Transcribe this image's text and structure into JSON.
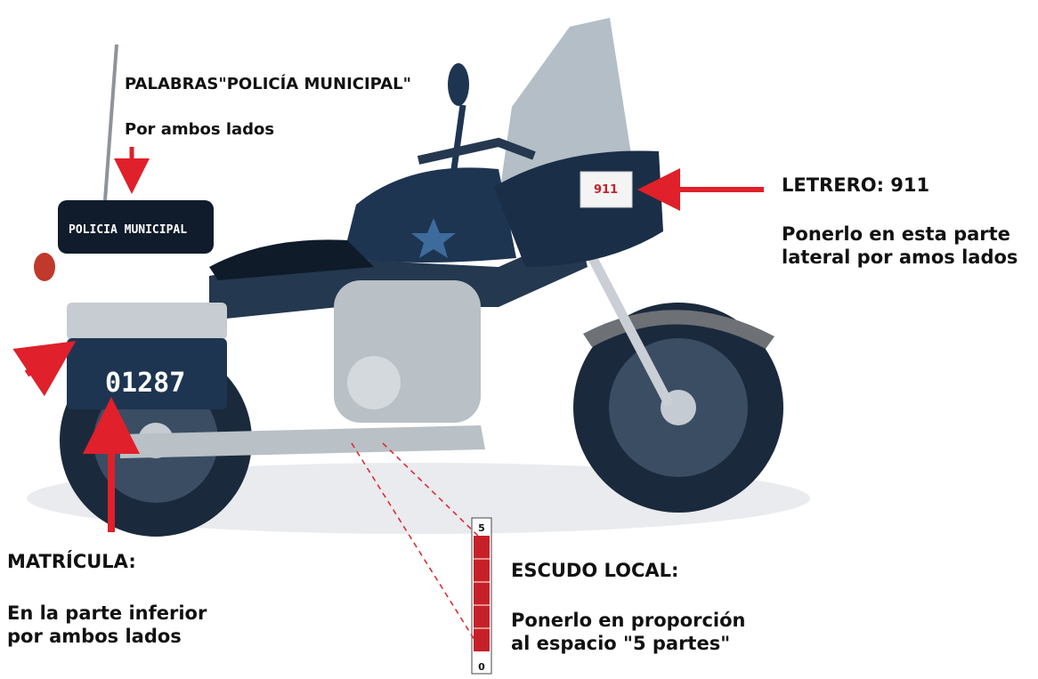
{
  "labels": {
    "palabras_title": "PALABRAS\"POLICÍA MUNICIPAL\"",
    "palabras_desc": "Por ambos lados",
    "letrero_title": "LETRERO: 911",
    "letrero_desc": "Ponerlo en esta parte\nlateral por amos lados",
    "matricula_title": "MATRÍCULA:",
    "matricula_desc": "En la parte inferior\npor ambos lados",
    "escudo_title": "ESCUDO LOCAL:",
    "escudo_desc": "Ponerlo en proporción\nal espacio \"5 partes\""
  },
  "motorcycle": {
    "trunk_text": "POLICIA MUNICIPAL",
    "plate_number": "01287",
    "sign_text": "911"
  },
  "scale_bar": {
    "top_number": "5",
    "bottom_number": "0"
  },
  "colors": {
    "body": "#1e3552",
    "arrow": "#e0202a",
    "chrome": "#b9c0c6",
    "windshield": "#9aa8b4"
  }
}
